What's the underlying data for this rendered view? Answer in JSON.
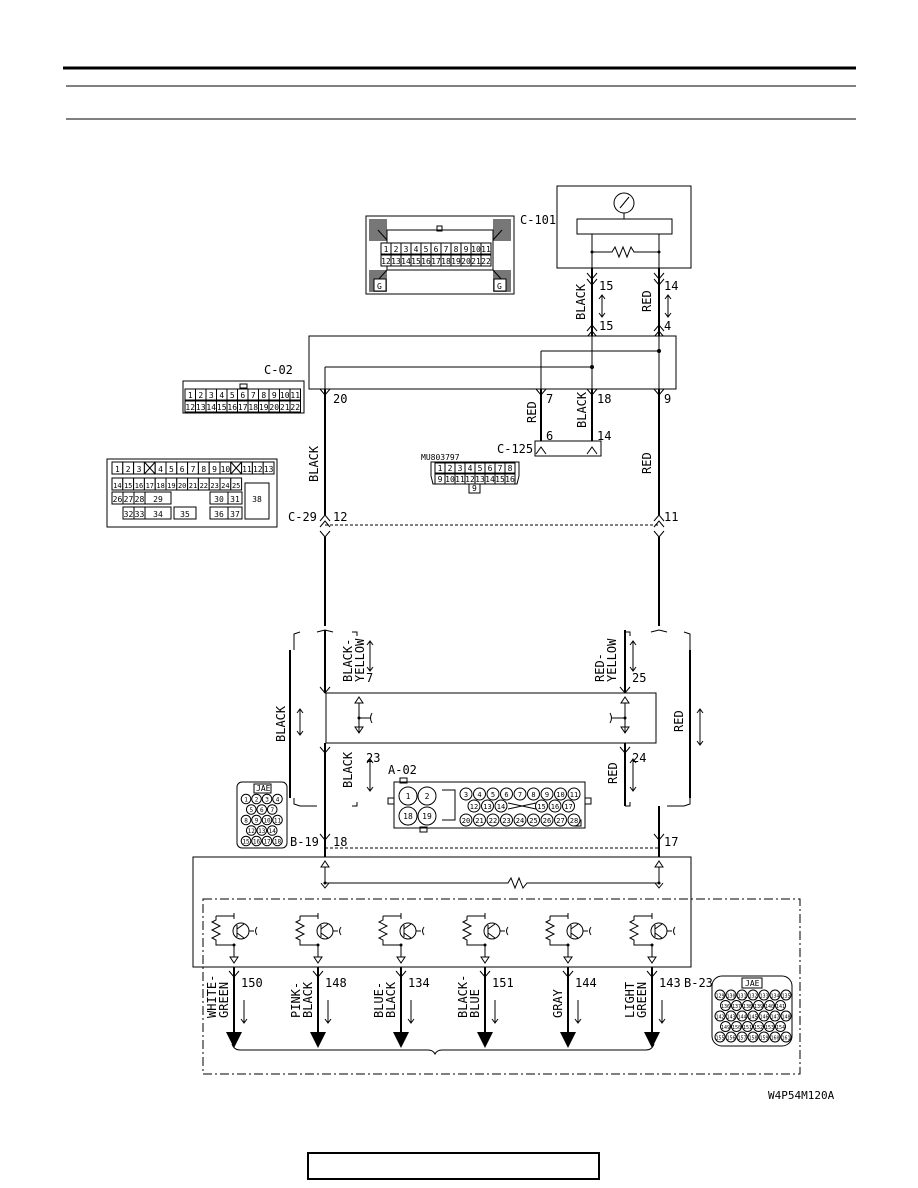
{
  "diagram_code": "W4P54M120A",
  "connectors": {
    "c101": "C-101",
    "c02": "C-02",
    "c125": "C-125",
    "c125_part": "MU803797",
    "c29": "C-29",
    "a02": "A-02",
    "b19": "B-19",
    "b23": "B-23",
    "jae": "JAE"
  },
  "wires": {
    "black": "BLACK",
    "red": "RED",
    "black_yellow_1": "BLACK-",
    "black_yellow_2": "YELLOW",
    "red_yellow_1": "RED-",
    "red_yellow_2": "YELLOW",
    "white_green_1": "WHITE-",
    "white_green_2": "GREEN",
    "pink_black_1": "PINK-",
    "pink_black_2": "BLACK",
    "blue_black_1": "BLUE-",
    "blue_black_2": "BLACK",
    "black_blue_1": "BLACK-",
    "black_blue_2": "BLUE",
    "gray": "GRAY",
    "light_green_1": "LIGHT",
    "light_green_2": "GREEN"
  },
  "pins": {
    "p15a": "15",
    "p14a": "14",
    "p15b": "15",
    "p4": "4",
    "p20": "20",
    "p7a": "7",
    "p18a": "18",
    "p9": "9",
    "p6": "6",
    "p14b": "14",
    "p12": "12",
    "p11": "11",
    "p7b": "7",
    "p25": "25",
    "p23": "23",
    "p24": "24",
    "p18b": "18",
    "p17": "17",
    "p150": "150",
    "p148": "148",
    "p134": "134",
    "p151": "151",
    "p144": "144",
    "p143": "143"
  },
  "connector_faces": {
    "c101_row1": [
      "1",
      "2",
      "3",
      "4",
      "5",
      "6",
      "7",
      "8",
      "9",
      "10",
      "11"
    ],
    "c101_row2": [
      "12",
      "13",
      "14",
      "15",
      "16",
      "17",
      "18",
      "19",
      "20",
      "21",
      "22"
    ],
    "c101_g": "G",
    "c02_row1": [
      "1",
      "2",
      "3",
      "4",
      "5",
      "6",
      "7",
      "8",
      "9",
      "10",
      "11"
    ],
    "c02_row2": [
      "12",
      "13",
      "14",
      "15",
      "16",
      "17",
      "18",
      "19",
      "20",
      "21",
      "22"
    ],
    "c125_row1": [
      "1",
      "2",
      "3",
      "4",
      "5",
      "6",
      "7",
      "8"
    ],
    "c125_row2": [
      "9",
      "10",
      "11",
      "12",
      "13",
      "14",
      "15",
      "16"
    ],
    "c125_extra": "9",
    "c29_row1": [
      "1",
      "2",
      "3",
      "",
      "4",
      "5",
      "6",
      "7",
      "8",
      "9",
      "10",
      "",
      "11",
      "12",
      "13"
    ],
    "c29_row2": [
      "14",
      "15",
      "16",
      "17",
      "18",
      "19",
      "20",
      "21",
      "22",
      "23",
      "24",
      "25"
    ],
    "c29_row3": [
      "26",
      "27",
      "28",
      "29",
      "30",
      "31"
    ],
    "c29_row4": [
      "32",
      "33",
      "34",
      "35",
      "36",
      "37"
    ],
    "c29_big": "38",
    "b19_rows": [
      [
        "1",
        "2",
        "3",
        "4"
      ],
      [
        "5",
        "6",
        "7"
      ],
      [
        "8",
        "9",
        "10",
        "11"
      ],
      [
        "12",
        "13",
        "14"
      ],
      [
        "15",
        "16",
        "17",
        "18"
      ]
    ],
    "a02_big": [
      "1",
      "2",
      "18",
      "19"
    ],
    "a02_row1": [
      "3",
      "4",
      "5",
      "6",
      "7",
      "8",
      "9",
      "10",
      "11"
    ],
    "a02_row2": [
      "12",
      "13",
      "14",
      "",
      "",
      "15",
      "16",
      "17"
    ],
    "a02_row3": [
      "20",
      "21",
      "22",
      "23",
      "24",
      "25",
      "26",
      "27",
      "28"
    ],
    "b23_rows": [
      [
        "129",
        "130",
        "131",
        "132",
        "133",
        "134",
        "135"
      ],
      [
        "136",
        "137",
        "138",
        "139",
        "140",
        "141"
      ],
      [
        "142",
        "143",
        "144",
        "145",
        "146",
        "147",
        "148"
      ],
      [
        "149",
        "150",
        "151",
        "152",
        "153",
        "154"
      ],
      [
        "155",
        "156",
        "157",
        "158",
        "159",
        "160",
        "161"
      ]
    ]
  }
}
